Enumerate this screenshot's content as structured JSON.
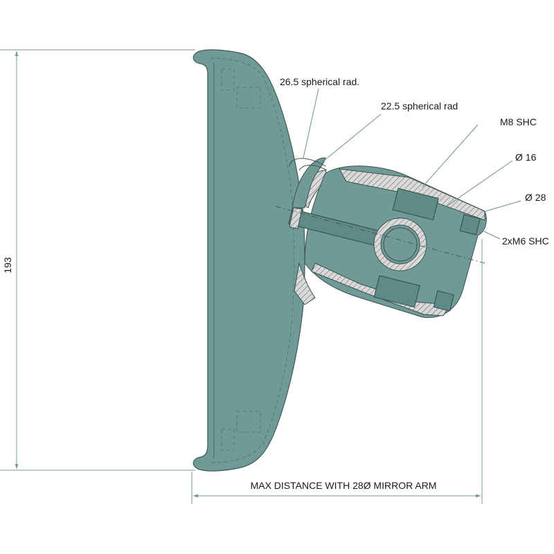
{
  "labels": {
    "spherical_26_5": "26.5 spherical rad.",
    "spherical_22_5": "22.5 spherical rad",
    "m8_shc": "M8 SHC",
    "dia_16": "Ø 16",
    "dia_28": "Ø 28",
    "m6_shc": "2xM6 SHC"
  },
  "dimensions": {
    "height_value": "193",
    "max_distance": "MAX DISTANCE WITH 28Ø MIRROR ARM"
  },
  "colors": {
    "body": "#6f9a97",
    "outline": "#3a4f4e",
    "dimension_lines": "#7a9a9a"
  }
}
